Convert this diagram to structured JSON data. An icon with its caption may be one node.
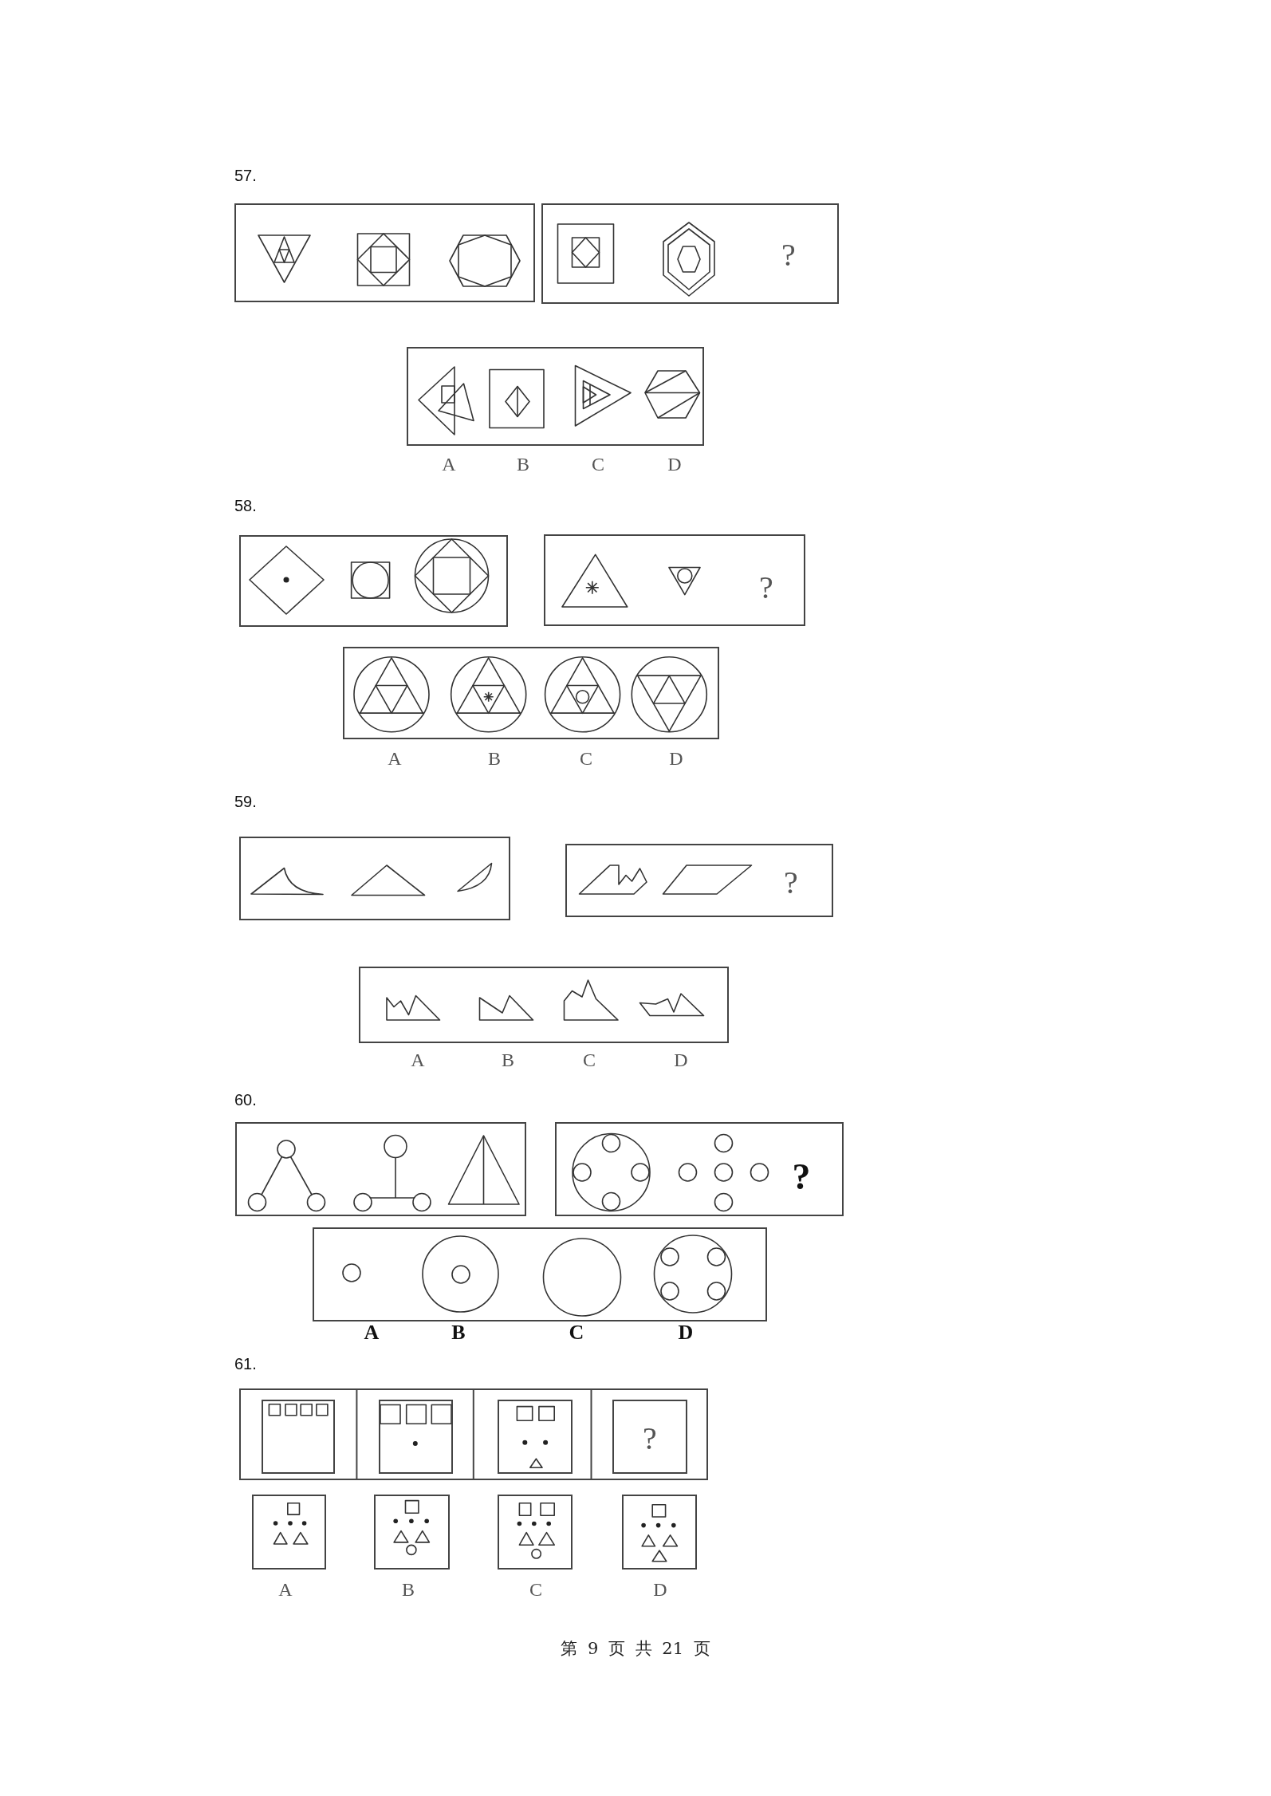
{
  "diagram": {
    "nodes": [
      {
        "text": [],
        "shape": "box"
      },
      {
        "text": [
          "?"
        ]
      },
      {
        "text": [],
        "shape": "box",
        "beside": [
          "A",
          "B",
          "C",
          "D"
        ]
      },
      {
        "text": [],
        "shape": "box"
      },
      {
        "text": [
          "?"
        ]
      },
      {
        "text": [],
        "shape": "box",
        "beside": [
          "A",
          "B",
          "C",
          "D"
        ]
      },
      {
        "text": [],
        "shape": "box"
      },
      {
        "text": [
          "?"
        ]
      },
      {
        "text": [],
        "shape": "box",
        "beside": [
          "A",
          "B",
          "C",
          "D"
        ]
      },
      {
        "text": [],
        "shape": "box"
      },
      {
        "text": [
          "?"
        ]
      },
      {
        "text": [],
        "shape": "box",
        "beside": [
          "A",
          "B",
          "C",
          "D"
        ]
      },
      {
        "text": [],
        "shape": "box"
      },
      {
        "text": [],
        "shape": "box",
        "in": 12
      },
      {
        "text": [],
        "shape": "box",
        "in": 12
      },
      {
        "text": [],
        "shape": "box",
        "in": 12
      },
      {
        "text": [
          "?"
        ],
        "in": 12
      },
      {
        "text": [],
        "shape": "box",
        "beside": [
          "A"
        ]
      },
      {
        "text": [],
        "shape": "box",
        "beside": [
          "B"
        ]
      },
      {
        "text": [],
        "shape": "box",
        "beside": [
          "C"
        ]
      },
      {
        "text": [],
        "shape": "box",
        "beside": [
          "D"
        ]
      }
    ],
    "labels": [
      "57.",
      "58.",
      "59.",
      "60.",
      "61.",
      "第 9 页 共 21 页"
    ]
  }
}
